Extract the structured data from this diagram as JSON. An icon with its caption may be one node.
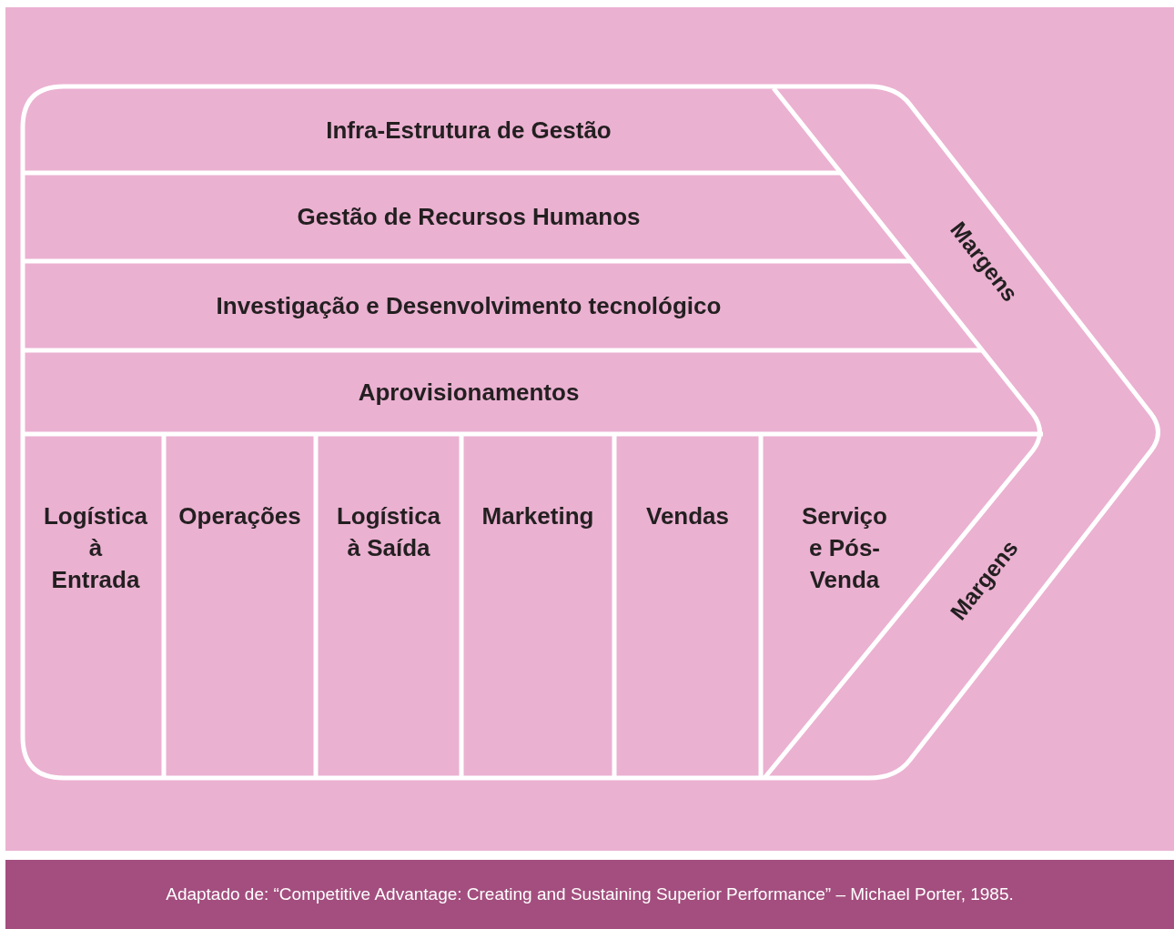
{
  "diagram": {
    "caption": "Adaptado de: “Competitive Advantage: Creating and Sustaining Superior Performance” – Michael Porter, 1985.",
    "nodes": [
      {
        "text": [
          "Infra-Estrutura de Gestão"
        ]
      },
      {
        "text": [
          "Gestão de Recursos Humanos"
        ]
      },
      {
        "text": [
          "Investigação e Desenvolvimento tecnológico"
        ]
      },
      {
        "text": [
          "Aprovisionamentos"
        ]
      },
      {
        "text": [
          "Logística à Entrada"
        ]
      },
      {
        "text": [
          "Operações"
        ]
      },
      {
        "text": [
          "Logística à Saída"
        ]
      },
      {
        "text": [
          "Marketing"
        ]
      },
      {
        "text": [
          "Vendas"
        ]
      },
      {
        "text": [
          "Serviço e Pós-Venda"
        ]
      },
      {
        "text": [
          "Margens",
          "Margens"
        ]
      }
    ]
  }
}
